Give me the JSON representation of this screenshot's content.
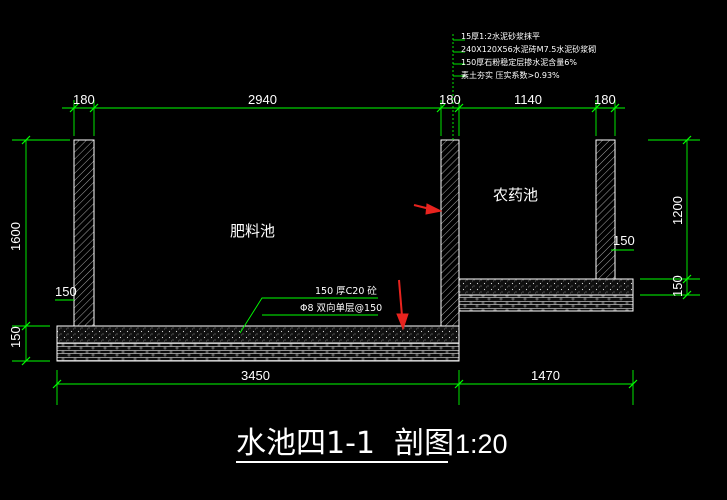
{
  "drawing": {
    "title": "水池四1-1  剖图",
    "scale": "1:20",
    "labels": {
      "fertilizer_tank": "肥料池",
      "pesticide_tank": "农药池"
    },
    "layer_notes": [
      "15厚1:2水泥砂浆抹平",
      "240X120X56水泥砖M7.5水泥砂浆砌",
      "150厚石粉稳定层掺水泥含量6%",
      "素土夯实 压实系数>0.93%"
    ],
    "slab_notes": {
      "thickness": "150  厚C20  砼",
      "rebar": "Φ8 双向单层@150"
    },
    "dimensions": {
      "top": [
        "180",
        "2940",
        "180",
        "1140",
        "180"
      ],
      "bottom": [
        "3450",
        "1470"
      ],
      "left": [
        "1600",
        "150"
      ],
      "right": [
        "1200",
        "150"
      ],
      "wall_thickness_left": "150",
      "wall_thickness_right": "150"
    },
    "colors": {
      "background": "#000000",
      "line": "#ffffff",
      "dimension": "#00ff00",
      "leader": "#00cc00",
      "arrow": "#e8231e",
      "hatch": "#bfbfbf"
    }
  }
}
